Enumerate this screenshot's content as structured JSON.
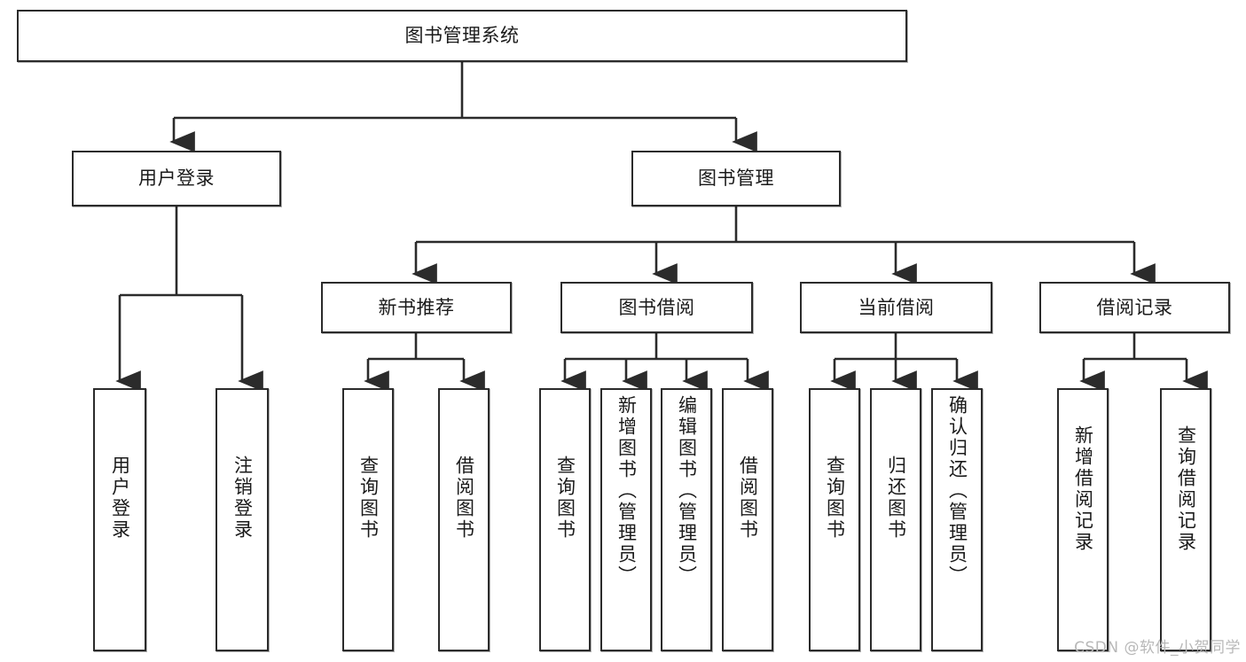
{
  "diagram": {
    "title": "图书管理系统",
    "type": "tree",
    "watermark": "CSDN @软件_小贺同学",
    "colors": {
      "box_border": "#2b2b2b",
      "box_fill": "#ffffff",
      "connector": "#2b2b2b",
      "text": "#1a1a1a",
      "watermark": "#b8b8b8"
    },
    "root": {
      "label": "图书管理系统"
    },
    "level2": [
      {
        "label": "用户登录"
      },
      {
        "label": "图书管理"
      }
    ],
    "level3": [
      {
        "label": "新书推荐"
      },
      {
        "label": "图书借阅"
      },
      {
        "label": "当前借阅"
      },
      {
        "label": "借阅记录"
      }
    ],
    "leaves": {
      "user_login": [
        {
          "label": "用户登录"
        },
        {
          "label": "注销登录"
        }
      ],
      "new_book_rec": [
        {
          "label": "查询图书"
        },
        {
          "label": "借阅图书"
        }
      ],
      "book_borrow": [
        {
          "label": "查询图书"
        },
        {
          "label": "新增图书（管理员）"
        },
        {
          "label": "编辑图书（管理员）"
        },
        {
          "label": "借阅图书"
        }
      ],
      "current_borrow": [
        {
          "label": "查询图书"
        },
        {
          "label": "归还图书"
        },
        {
          "label": "确认归还（管理员）"
        }
      ],
      "borrow_record": [
        {
          "label": "新增借阅记录"
        },
        {
          "label": "查询借阅记录"
        }
      ]
    }
  }
}
